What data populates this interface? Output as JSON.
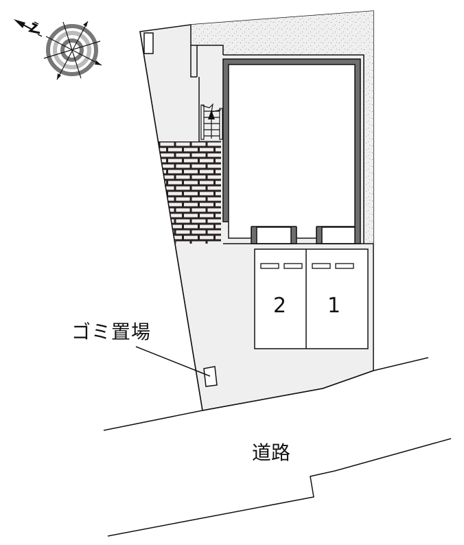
{
  "compass": {
    "icon": "north-arrow-compass-icon",
    "direction_label": "N"
  },
  "labels": {
    "garbage_area": "ゴミ置場",
    "road": "道路"
  },
  "parking": {
    "spaces": [
      {
        "number": "2"
      },
      {
        "number": "1"
      }
    ]
  },
  "colors": {
    "site_fill": "#efefef",
    "building_wall": "#6e6e70",
    "outline": "#111111",
    "compass_dark": "#777777",
    "compass_light": "#bbbbbb",
    "brick_mortar": "#2a2020"
  }
}
